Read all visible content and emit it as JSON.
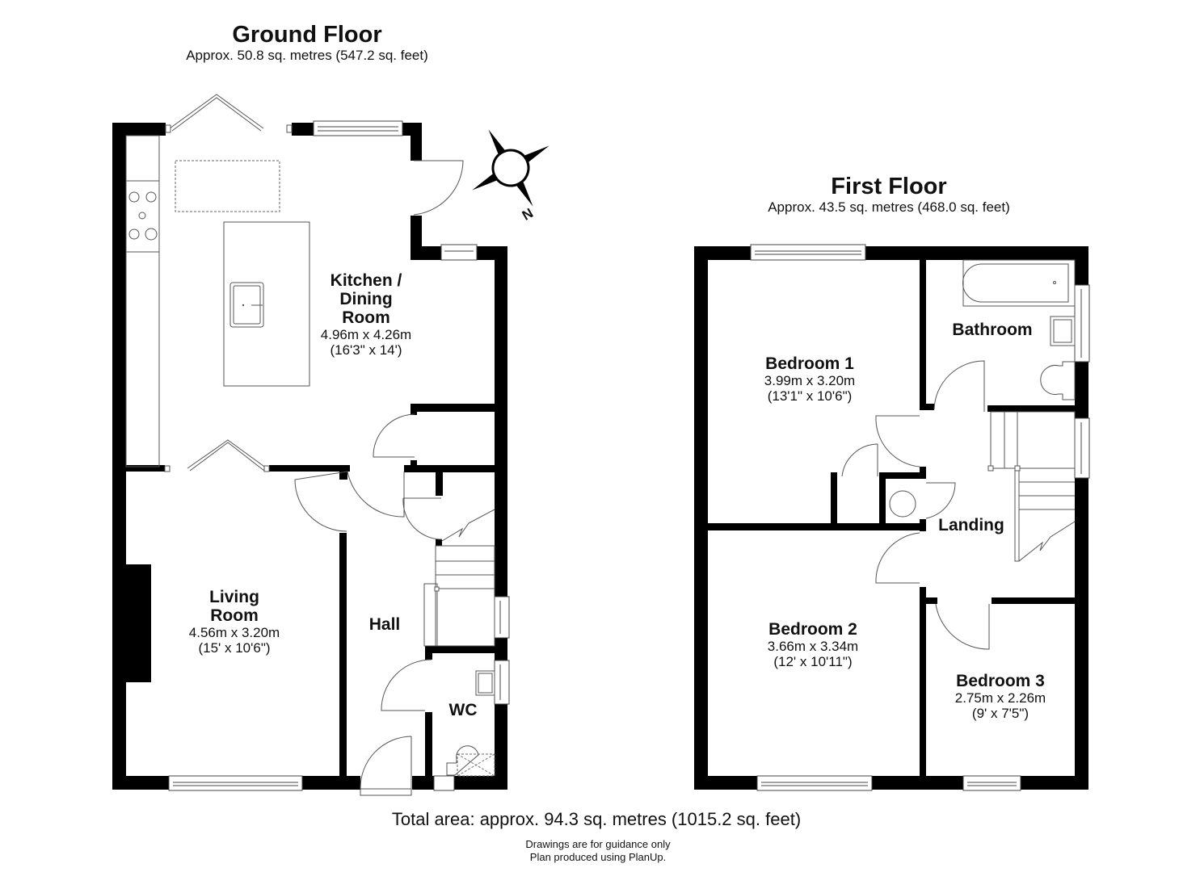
{
  "ground_floor": {
    "title": "Ground Floor",
    "area": "Approx. 50.8 sq. metres (547.2 sq. feet)",
    "rooms": [
      {
        "name": "Kitchen / Dining Room",
        "name_lines": [
          "Kitchen /",
          "Dining",
          "Room"
        ],
        "metric": "4.96m x 4.26m",
        "imperial": "(16'3\" x 14')"
      },
      {
        "name": "Living Room",
        "name_lines": [
          "Living",
          "Room"
        ],
        "metric": "4.56m x 3.20m",
        "imperial": "(15' x 10'6\")"
      },
      {
        "name": "Hall",
        "name_lines": [
          "Hall"
        ],
        "metric": "",
        "imperial": ""
      },
      {
        "name": "WC",
        "name_lines": [
          "WC"
        ],
        "metric": "",
        "imperial": ""
      }
    ],
    "compass": {
      "label": "N",
      "icon": "compass-rose-icon"
    }
  },
  "first_floor": {
    "title": "First Floor",
    "area": "Approx. 43.5 sq. metres (468.0 sq. feet)",
    "rooms": [
      {
        "name": "Bedroom 1",
        "name_lines": [
          "Bedroom 1"
        ],
        "metric": "3.99m x 3.20m",
        "imperial": "(13'1\" x 10'6\")"
      },
      {
        "name": "Bathroom",
        "name_lines": [
          "Bathroom"
        ],
        "metric": "",
        "imperial": ""
      },
      {
        "name": "Landing",
        "name_lines": [
          "Landing"
        ],
        "metric": "",
        "imperial": ""
      },
      {
        "name": "Bedroom 2",
        "name_lines": [
          "Bedroom 2"
        ],
        "metric": "3.66m x 3.34m",
        "imperial": "(12' x 10'11\")"
      },
      {
        "name": "Bedroom 3",
        "name_lines": [
          "Bedroom 3"
        ],
        "metric": "2.75m x 2.26m",
        "imperial": "(9' x 7'5\")"
      }
    ]
  },
  "footer": {
    "total_area": "Total area: approx. 94.3 sq. metres (1015.2 sq. feet)",
    "disclaimer": "Drawings are for guidance only",
    "credit": "Plan produced using PlanUp."
  },
  "colors": {
    "wall": "#000000",
    "line": "#555555",
    "background": "#ffffff"
  }
}
